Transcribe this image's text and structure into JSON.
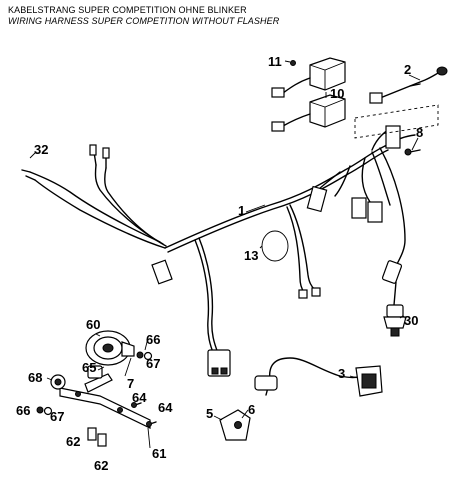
{
  "header": {
    "title_de": "KABELSTRANG SUPER COMPETITION OHNE BLINKER",
    "title_en": "WIRING HARNESS SUPER COMPETITION WITHOUT FLASHER"
  },
  "callouts": {
    "c1": "1",
    "c2": "2",
    "c3": "3",
    "c5": "5",
    "c6": "6",
    "c7": "7",
    "c8": "8",
    "c10": "10",
    "c11": "11",
    "c13": "13",
    "c30": "30",
    "c32": "32",
    "c60": "60",
    "c61": "61",
    "c62a": "62",
    "c62b": "62",
    "c64a": "64",
    "c64b": "64",
    "c65": "65",
    "c66a": "66",
    "c66b": "66",
    "c67a": "67",
    "c67b": "67",
    "c68": "68"
  }
}
